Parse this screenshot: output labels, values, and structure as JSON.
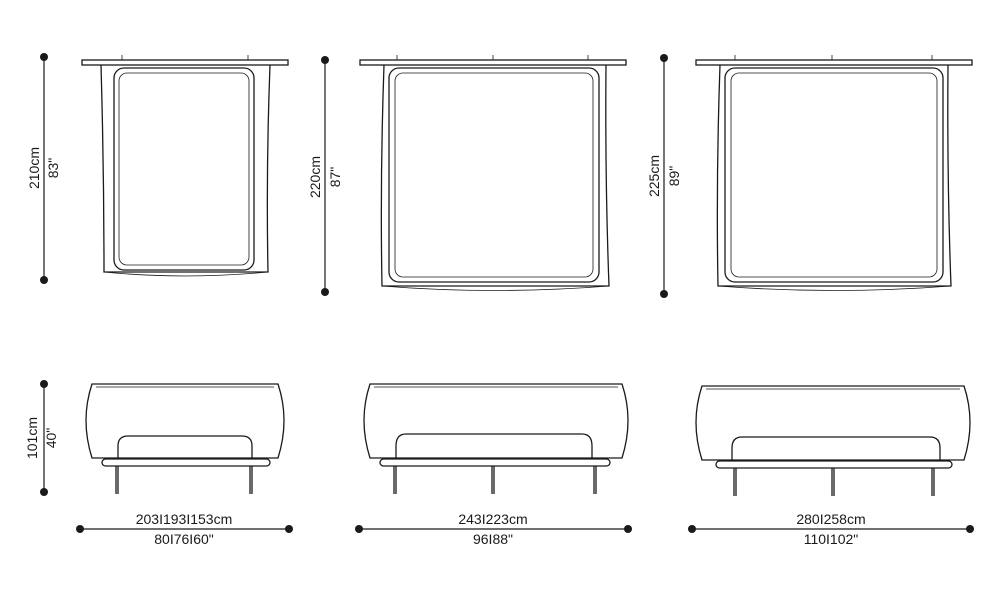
{
  "top_views": [
    {
      "height_cm": "210cm",
      "height_in": "83\""
    },
    {
      "height_cm": "220cm",
      "height_in": "87\""
    },
    {
      "height_cm": "225cm",
      "height_in": "89\""
    }
  ],
  "side_height": {
    "cm": "101cm",
    "in": "40\""
  },
  "widths": [
    {
      "cm": "203I193I153cm",
      "in": "80I76I60\""
    },
    {
      "cm": "243I223cm",
      "in": "96I88\""
    },
    {
      "cm": "280I258cm",
      "in": "110I102\""
    }
  ],
  "colors": {
    "ink": "#1a1a1a",
    "background": "#ffffff"
  }
}
